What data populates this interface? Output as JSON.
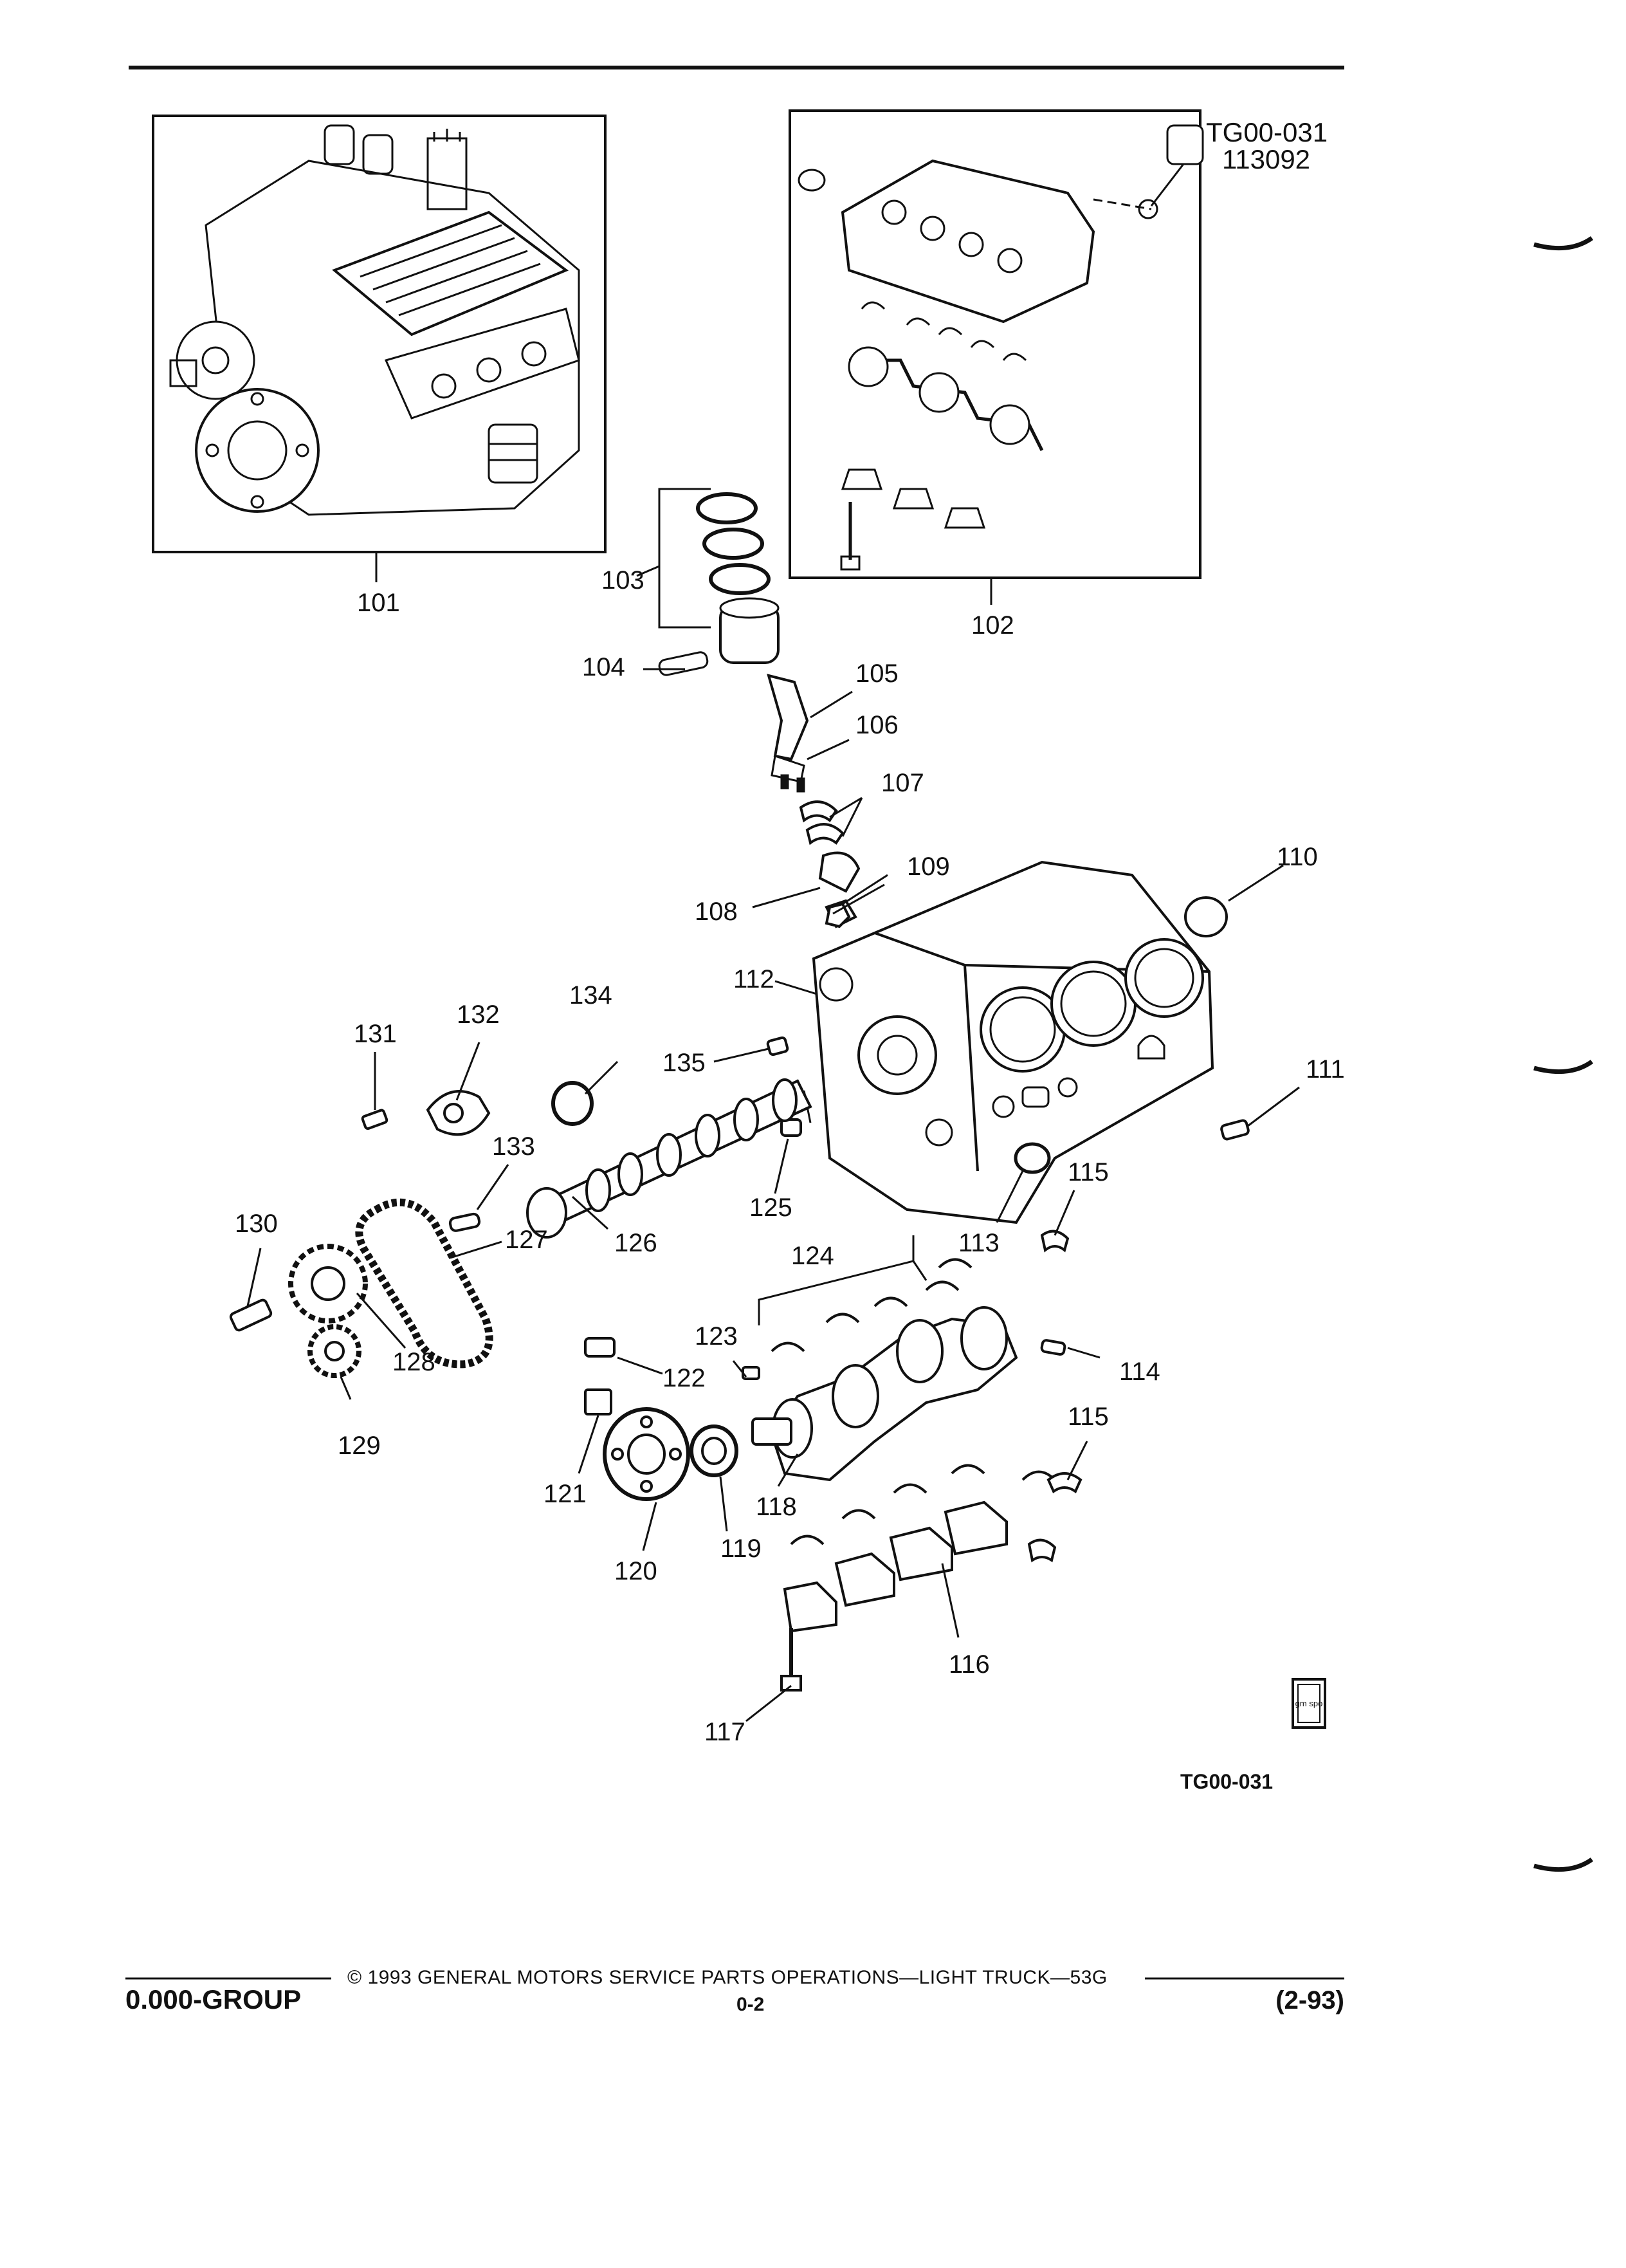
{
  "diagram": {
    "header": {
      "drawing_id": "TG00-031",
      "drawing_date": "113092"
    },
    "callouts": [
      {
        "id": "c101",
        "label": "101"
      },
      {
        "id": "c102",
        "label": "102"
      },
      {
        "id": "c103",
        "label": "103"
      },
      {
        "id": "c104",
        "label": "104"
      },
      {
        "id": "c105",
        "label": "105"
      },
      {
        "id": "c106",
        "label": "106"
      },
      {
        "id": "c107",
        "label": "107"
      },
      {
        "id": "c108",
        "label": "108"
      },
      {
        "id": "c109",
        "label": "109"
      },
      {
        "id": "c110",
        "label": "110"
      },
      {
        "id": "c111",
        "label": "111"
      },
      {
        "id": "c112",
        "label": "112"
      },
      {
        "id": "c113",
        "label": "113"
      },
      {
        "id": "c114",
        "label": "114"
      },
      {
        "id": "c115a",
        "label": "115"
      },
      {
        "id": "c115b",
        "label": "115"
      },
      {
        "id": "c116",
        "label": "116"
      },
      {
        "id": "c117",
        "label": "117"
      },
      {
        "id": "c118",
        "label": "118"
      },
      {
        "id": "c119",
        "label": "119"
      },
      {
        "id": "c120",
        "label": "120"
      },
      {
        "id": "c121",
        "label": "121"
      },
      {
        "id": "c122",
        "label": "122"
      },
      {
        "id": "c123",
        "label": "123"
      },
      {
        "id": "c124",
        "label": "124"
      },
      {
        "id": "c125",
        "label": "125"
      },
      {
        "id": "c126",
        "label": "126"
      },
      {
        "id": "c127",
        "label": "127"
      },
      {
        "id": "c128",
        "label": "128"
      },
      {
        "id": "c129",
        "label": "129"
      },
      {
        "id": "c130",
        "label": "130"
      },
      {
        "id": "c131",
        "label": "131"
      },
      {
        "id": "c132",
        "label": "132"
      },
      {
        "id": "c133",
        "label": "133"
      },
      {
        "id": "c134",
        "label": "134"
      },
      {
        "id": "c135",
        "label": "135"
      }
    ],
    "figure_id": "TG00-031",
    "logo_text": "gm spo"
  },
  "footer": {
    "group": "0.000-GROUP",
    "copyright": "© 1993 GENERAL MOTORS SERVICE PARTS OPERATIONS—LIGHT TRUCK—53G",
    "page": "0-2",
    "date": "(2-93)"
  }
}
